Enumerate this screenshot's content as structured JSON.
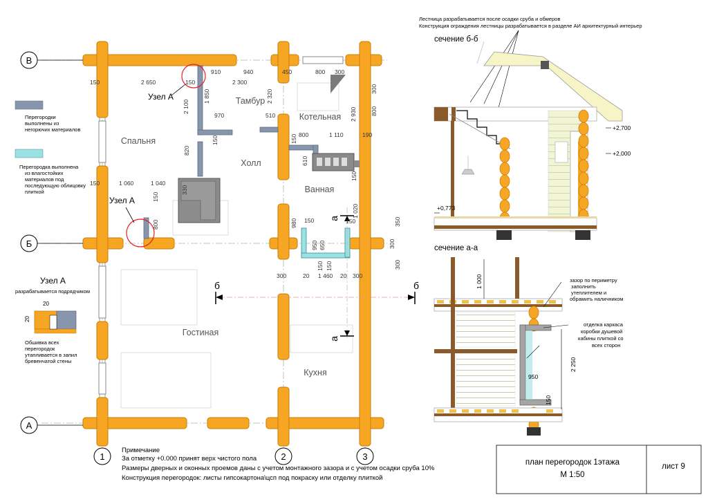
{
  "header_notes": {
    "line1": "Лестница разрабатывается после осадки сруба и обмеров",
    "line2": "Конструкция ограждения лестницы разрабатывается в разделе АИ архитектурный интерьер"
  },
  "axes": {
    "rows": [
      "В",
      "Б",
      "А"
    ],
    "cols": [
      "1",
      "2",
      "3"
    ]
  },
  "section_marks": {
    "b": "б",
    "a": "а"
  },
  "rooms": {
    "bedroom": "Спальня",
    "vestibule": "Тамбур",
    "boiler": "Котельная",
    "hall": "Холл",
    "bathroom": "Ванная",
    "living": "Гостиная",
    "kitchen": "Кухня"
  },
  "nodes": {
    "node_a_top": "Узел А",
    "node_a_left": "Узел А"
  },
  "dims": {
    "d150a": "150",
    "d2650": "2 650",
    "d150b": "150",
    "d910": "910",
    "d940": "940",
    "d2300": "2 300",
    "d450": "450",
    "d800a": "800",
    "d300a": "300",
    "d800b": "800",
    "d2100": "2 100",
    "d1850": "1 850",
    "d970": "970",
    "d2320": "2 320",
    "d510": "510",
    "d2930": "2 930",
    "d800c": "800",
    "d1110": "1 110",
    "d190": "190",
    "d150c": "150",
    "d610": "610",
    "d150d": "150",
    "d820": "820",
    "d150e": "150",
    "d1060": "1 060",
    "d1040": "1 040",
    "d330": "330",
    "d150f": "150",
    "d800d": "800",
    "d150g": "150",
    "d980": "980",
    "d150h": "150",
    "d1020": "1 020",
    "d150i": "150",
    "d350": "350",
    "d950a": "950",
    "d650": "650",
    "d300b": "300",
    "d300c": "300",
    "d300d": "300",
    "d20a": "20",
    "d1460": "1 460",
    "d20b": "20",
    "d300e": "300",
    "d150j": "150",
    "d150k": "150",
    "d20c": "20",
    "d20d": "20"
  },
  "legend": {
    "item1": [
      "Перегородки",
      "выполнены из",
      "негорючих материалов"
    ],
    "item2": [
      "Перегородка выполнена",
      "из влагостойких",
      "материалов под",
      "последующую облицовку",
      "плиткой"
    ],
    "color1": "#8796ad",
    "color2": "#9be0e2"
  },
  "node_note": {
    "title": "Узел А",
    "sub": "разрабатывается подрядчиком",
    "lines": [
      "Обшивка всех",
      "перегородок",
      "утапливается в запил",
      "бревенчатой стены"
    ]
  },
  "section_bb": {
    "title": "сечение б-б",
    "lev1": "+2,700",
    "lev2": "+2,000",
    "lev3": "+0,773"
  },
  "section_aa": {
    "title": "сечение а-а",
    "d1000": "1 000",
    "d2250": "2 250",
    "d950": "950",
    "d150": "150",
    "note1": [
      "зазор по периметру",
      "заполнить",
      "утеплителем и",
      "обрамить наличником"
    ],
    "note2": [
      "отделка каркаса",
      "коробки душевой",
      "кабины плиткой со",
      "всех сторон"
    ]
  },
  "notes": {
    "title": "Примечание",
    "line1": "За отметку +0.000 принят верх чистого пола",
    "line2": "Размеры дверных и оконных проемов даны с учетом монтажного зазора и с учетом осадки сруба 10%",
    "line3": "Конструкция перегородок: листы гипсокартона\\цсп под покраску или отделку плиткой"
  },
  "title_block": {
    "title": "план перегородок 1этажа",
    "scale": "М 1:50",
    "sheet": "лист 9"
  },
  "colors": {
    "log": "#f7a623",
    "partition": "#8796ad",
    "wet": "#9be0e2",
    "marker": "#e31e24",
    "grid": "#9a9a9a"
  }
}
